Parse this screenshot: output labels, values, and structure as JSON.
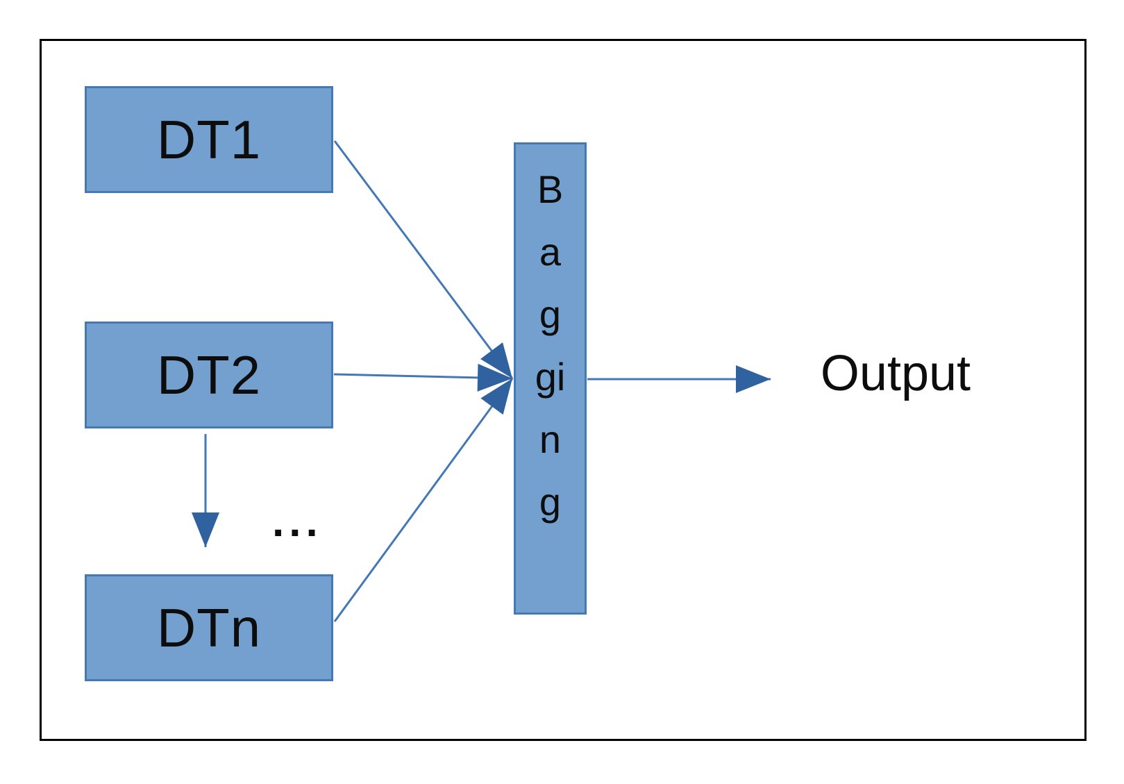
{
  "diagram_type": "flowchart",
  "nodes": {
    "dt1": {
      "label": "DT1"
    },
    "dt2": {
      "label": "DT2"
    },
    "dtn": {
      "label": "DTn"
    },
    "bagging": {
      "label": "Bagging"
    },
    "output": {
      "label": "Output"
    }
  },
  "ellipsis": "...",
  "edges": [
    {
      "from": "DT1",
      "to": "Bagging"
    },
    {
      "from": "DT2",
      "to": "Bagging"
    },
    {
      "from": "DT2",
      "to": "DTn"
    },
    {
      "from": "DTn",
      "to": "Bagging"
    },
    {
      "from": "Bagging",
      "to": "Output"
    }
  ],
  "colors": {
    "node_fill": "#74A0D0",
    "node_border": "#4678B4",
    "arrow_line": "#4377B5",
    "arrow_head": "#2F629F",
    "label": "#0d0d0d",
    "frame": "#000000",
    "background": "#ffffff"
  }
}
